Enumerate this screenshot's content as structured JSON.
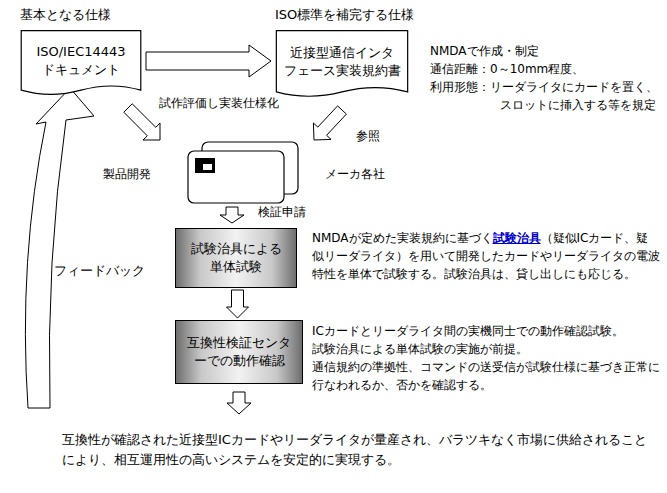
{
  "diagram": {
    "nodes": [
      {
        "text": [
          "基本となる仕様",
          "ISO/IEC14443 ドキュメント"
        ]
      },
      {
        "text": [
          "ISO標準を補完する仕様",
          "近接型通信インタ フェース実装規約書"
        ]
      },
      {
        "text": [
          "試験治具による 単体試験"
        ]
      },
      {
        "text": [
          "互換性検証センタ ーでの動作確認"
        ]
      }
    ],
    "edges": [
      {
        "from": 0,
        "to": 1,
        "label": "試作評価し実装仕様化",
        "arrow": "to"
      },
      {
        "from": 2,
        "to": 3,
        "arrow": "to"
      }
    ],
    "labels": [
      "NMDAで作成・制定",
      "通信距離：0～10mm程度、",
      "利用形態：リーダライタにカードを置く、 スロットに挿入する等を規定",
      "参照",
      "製品開発",
      "メーカ各社",
      "検証申請",
      "フィードバック",
      "NMDAが定めた実装規約に基づく",
      "試験治具",
      "（疑似ICカード、疑似リーダライタ）を用いて開発したカードやリーダライタの電波特性を単体で試験する。試験治具は、貸し出しにも応じる。",
      "ICカードとリーダライタ間の実機同士での動作確認試験。",
      "試験治具による単体試験の実施が前提。",
      "通信規約の準拠性、コマンドの送受信が試験仕様に基づき正常に行なわれるか、否かを確認する。",
      "互換性が確認された近接型ICカードやリーダライタが量産され、バラツキなく市場に供給されることにより、相互運用性の高いシステムを安定的に実現する。"
    ]
  }
}
